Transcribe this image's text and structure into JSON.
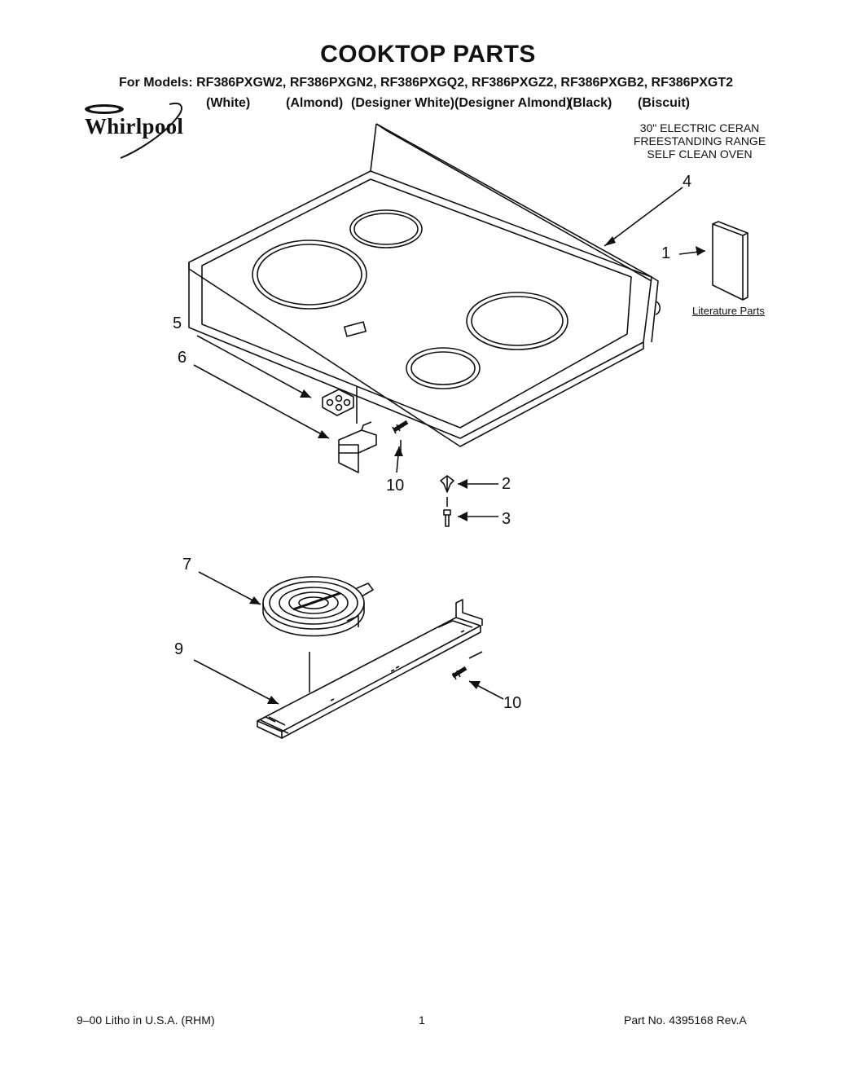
{
  "header": {
    "title": "COOKTOP PARTS",
    "models_line": "For Models: RF386PXGW2, RF386PXGN2, RF386PXGQ2, RF386PXGZ2, RF386PXGB2, RF386PXGT2",
    "colors": [
      "(White)",
      "(Almond)",
      "(Designer White)",
      "(Designer Almond)",
      "(Black)",
      "(Biscuit)"
    ]
  },
  "brand": {
    "logo_text": "Whirlpool"
  },
  "description": [
    "30\" ELECTRIC CERAN",
    "FREESTANDING RANGE",
    "SELF CLEAN OVEN"
  ],
  "callouts": [
    "4",
    "1",
    "5",
    "6",
    "10",
    "2",
    "3",
    "7",
    "9",
    "10"
  ],
  "literature_label": "Literature Parts",
  "footer": {
    "left": "9–00 Litho in U.S.A. (RHM)",
    "center": "1",
    "right": "Part No. 4395168 Rev.A"
  }
}
